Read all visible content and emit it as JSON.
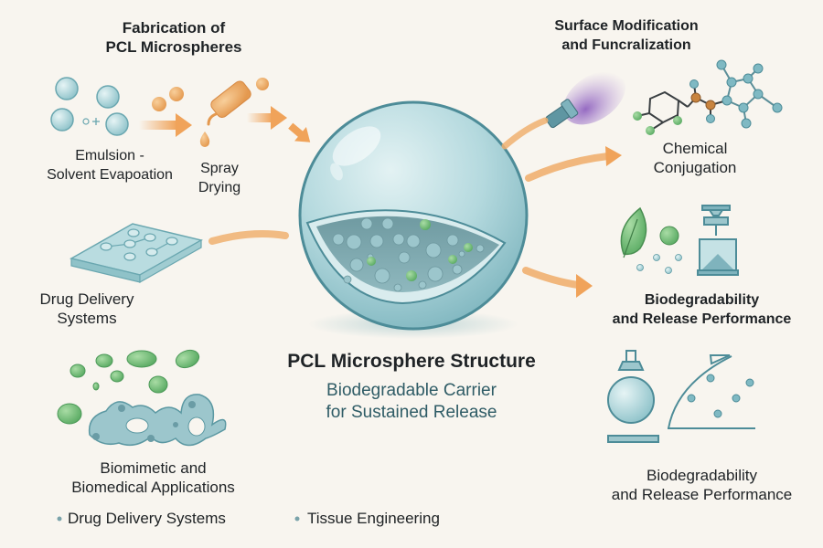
{
  "fabrication": {
    "title_line1": "Fabrication of",
    "title_line2": "PCL Microspheres",
    "method1_line1": "Emulsion -",
    "method1_line2": "Solvent Evapoation",
    "method2_line1": "Spray",
    "method2_line2": "Drying"
  },
  "surface": {
    "title_line1": "Surface Modification",
    "title_line2": "and Funcralization",
    "conjugation_line1": "Chemical",
    "conjugation_line2": "Conjugation"
  },
  "biodegradability_top": {
    "line1": "Biodegradability",
    "line2": "and Release Performance"
  },
  "biodegradability_bottom": {
    "line1": "Biodegradability",
    "line2": "and Release Performance"
  },
  "drug_delivery": {
    "line1": "Drug Delivery",
    "line2": "Systems"
  },
  "center": {
    "title": "PCL Microsphere Structure",
    "subtitle_line1": "Biodegradable Carrier",
    "subtitle_line2": "for Sustained Release"
  },
  "applications": {
    "title_line1": "Biomimetic and",
    "title_line2": "Biomedical Applications",
    "bullets": [
      "Drug Delivery Systems",
      "Tissue Engineering"
    ]
  },
  "colors": {
    "background": "#f8f5ef",
    "sphere": "#a9d2d8",
    "sphere_outline": "#4d8c98",
    "arrow": "#f0a35a",
    "green": "#6cbf75",
    "subtitle_text": "#2f5c66"
  }
}
